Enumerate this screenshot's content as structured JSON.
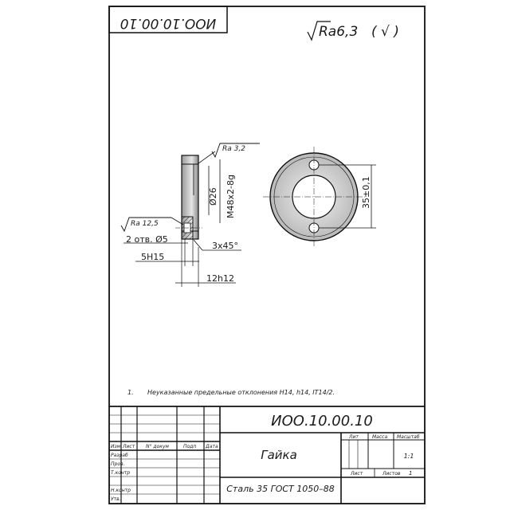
{
  "drawing_number": "ИОО.10.00.10",
  "drawing_number_mirrored": "ИОО.10.00.10",
  "surface_finish_general": "Ra6,3",
  "surface_finish_general_paren": "( √ )",
  "ra_32": "Ra 3,2",
  "ra_125": "Ra 12,5",
  "dim_d26": "Ø26",
  "dim_thread": "M48x2-8g",
  "dim_holes": "2 отв. Ø5",
  "dim_chamfer": "3x45°",
  "dim_5h15": "5H15",
  "dim_12h12": "12h12",
  "dim_35": "35±0,1",
  "note_number": "1.",
  "note_text": "Неуказанные предельные отклонения H14, h14, IT14/2.",
  "title_block": {
    "part_name": "Гайка",
    "material": "Сталь 35 ГОСТ 1050–88",
    "lit_label": "Лит",
    "mass_label": "Масса",
    "scale_label": "Масштаб",
    "scale_value": "1:1",
    "sheet_label": "Лист",
    "sheets_label": "Листов",
    "sheets_value": "1",
    "col_izm": "Изм",
    "col_list": "Лист",
    "col_ndokum": "N° докум",
    "col_podp": "Подп",
    "col_data": "Дата",
    "row_razrab": "Разраб",
    "row_prov": "Пров.",
    "row_tkontr": "Т.контр",
    "row_nkontr": "Н.контр",
    "row_utv": "Утв."
  }
}
